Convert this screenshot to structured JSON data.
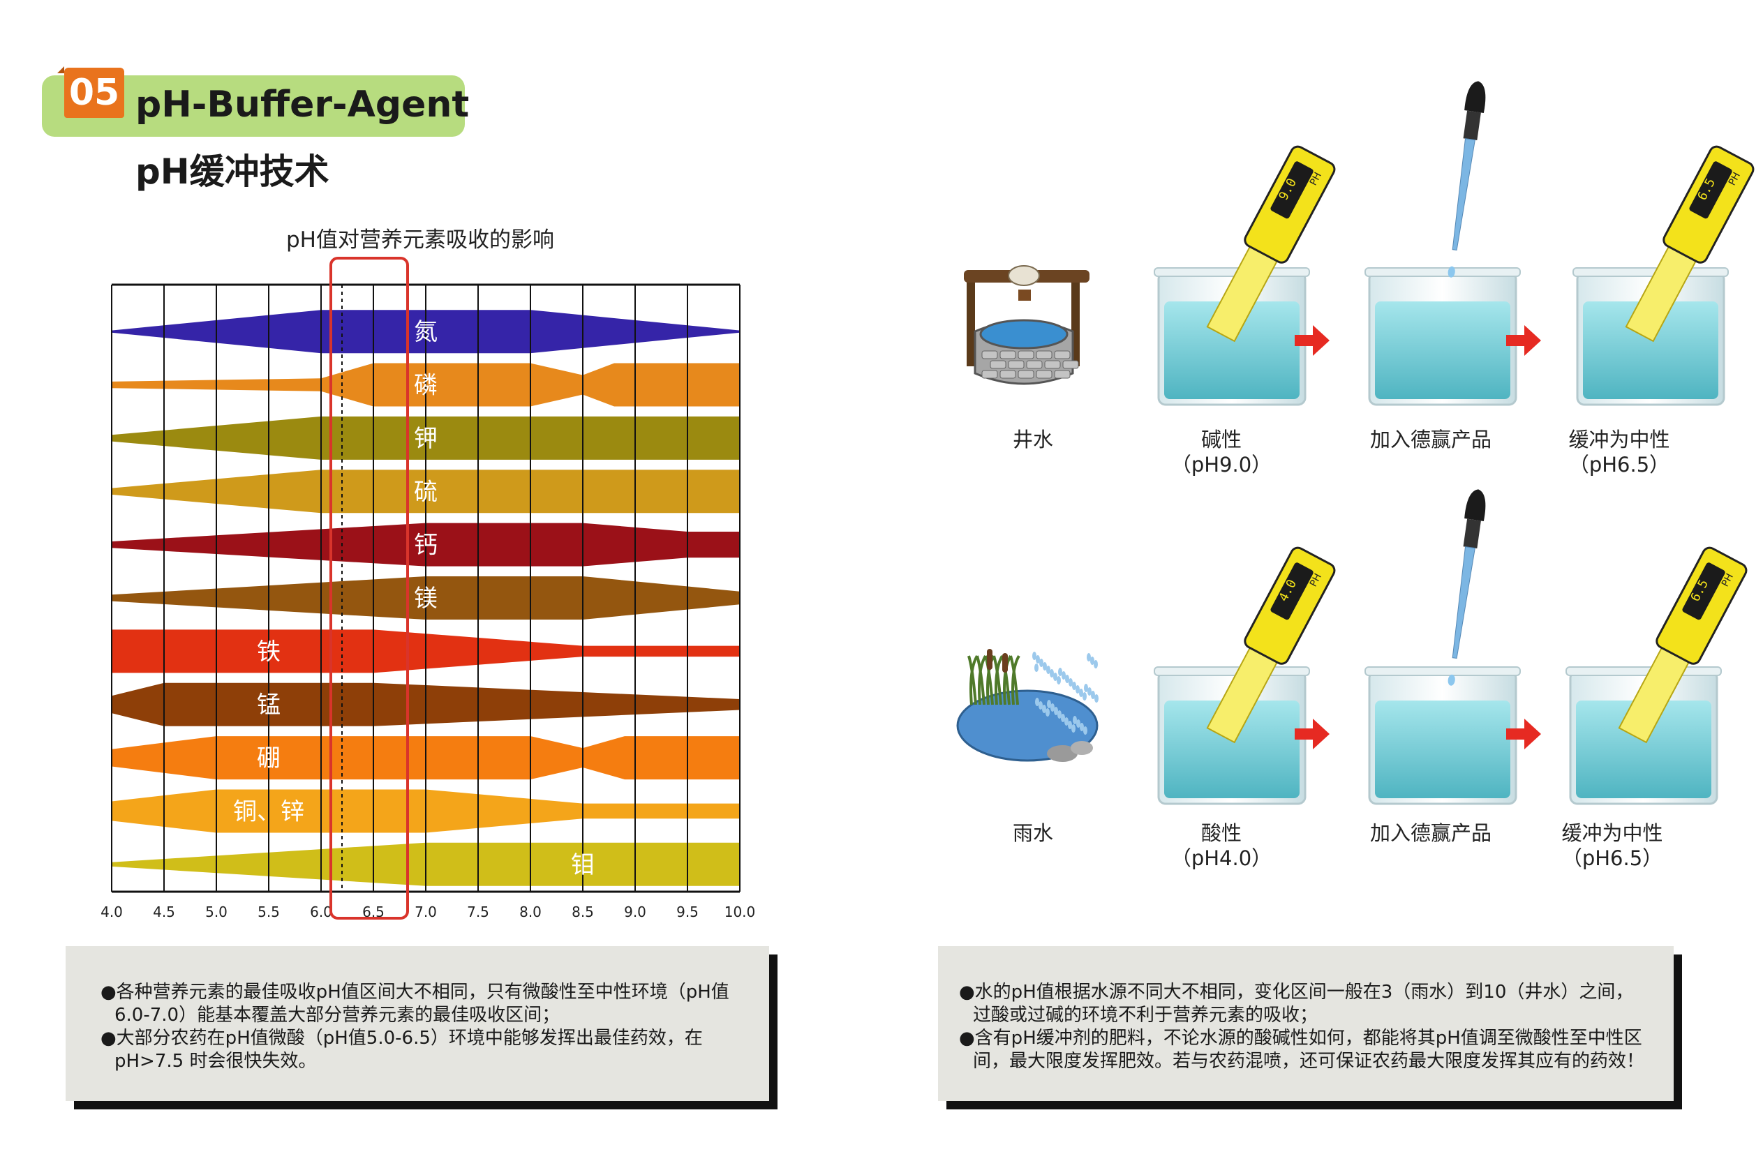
{
  "header": {
    "badge": "05",
    "title_en": "pH-Buffer-Agent",
    "title_cn": "pH缓冲技术"
  },
  "chart_title": "pH值对营养元素吸收的影响",
  "colors": {
    "badge": "#e9731d",
    "header_bg": "#b7dc7f",
    "highlight_box": "#d9342b",
    "arrow": "#e62a22",
    "water": "#7fd3dc",
    "meter": "#f3e21b"
  },
  "chart_data": {
    "type": "area",
    "title": "pH值对营养元素吸收的影响",
    "xlim": [
      4.0,
      10.0
    ],
    "x_ticks": [
      "4.0",
      "4.5",
      "5.0",
      "5.5",
      "6.0",
      "6.5",
      "7.0",
      "7.5",
      "8.0",
      "8.5",
      "9.0",
      "9.5",
      "10.0"
    ],
    "highlight_range": [
      6.0,
      7.0
    ],
    "reference_line": 6.2,
    "grid": true,
    "bands": [
      {
        "name": "氮",
        "color": "#3524a8",
        "label_x": 7.0,
        "profile": [
          [
            4.0,
            0.05
          ],
          [
            6.0,
            1.0
          ],
          [
            8.0,
            1.0
          ],
          [
            10.0,
            0.05
          ]
        ]
      },
      {
        "name": "磷",
        "color": "#e7891c",
        "label_x": 7.0,
        "profile": [
          [
            4.0,
            0.15
          ],
          [
            6.0,
            0.3
          ],
          [
            6.5,
            1.0
          ],
          [
            8.0,
            1.0
          ],
          [
            8.5,
            0.45
          ],
          [
            8.8,
            1.0
          ],
          [
            10.0,
            1.0
          ]
        ]
      },
      {
        "name": "钾",
        "color": "#9b8a10",
        "label_x": 7.0,
        "profile": [
          [
            4.0,
            0.15
          ],
          [
            6.0,
            1.0
          ],
          [
            10.0,
            1.0
          ]
        ]
      },
      {
        "name": "硫",
        "color": "#cf9a1b",
        "label_x": 7.0,
        "profile": [
          [
            4.0,
            0.15
          ],
          [
            6.0,
            1.0
          ],
          [
            10.0,
            1.0
          ]
        ]
      },
      {
        "name": "钙",
        "color": "#9b1118",
        "label_x": 7.0,
        "profile": [
          [
            4.0,
            0.15
          ],
          [
            7.0,
            1.0
          ],
          [
            8.5,
            1.0
          ],
          [
            9.5,
            0.6
          ],
          [
            10.0,
            0.6
          ]
        ]
      },
      {
        "name": "镁",
        "color": "#94560f",
        "label_x": 7.0,
        "profile": [
          [
            4.0,
            0.15
          ],
          [
            7.0,
            1.0
          ],
          [
            8.5,
            1.0
          ],
          [
            10.0,
            0.3
          ]
        ]
      },
      {
        "name": "铁",
        "color": "#e23112",
        "label_x": 5.5,
        "profile": [
          [
            4.0,
            1.0
          ],
          [
            6.5,
            1.0
          ],
          [
            8.5,
            0.25
          ],
          [
            10.0,
            0.25
          ]
        ]
      },
      {
        "name": "锰",
        "color": "#8e3f08",
        "label_x": 5.5,
        "profile": [
          [
            4.0,
            0.4
          ],
          [
            4.5,
            1.0
          ],
          [
            6.5,
            1.0
          ],
          [
            10.0,
            0.25
          ]
        ]
      },
      {
        "name": "硼",
        "color": "#f57d10",
        "label_x": 5.5,
        "profile": [
          [
            4.0,
            0.4
          ],
          [
            5.0,
            1.0
          ],
          [
            8.0,
            1.0
          ],
          [
            8.5,
            0.45
          ],
          [
            8.9,
            1.0
          ],
          [
            10.0,
            1.0
          ]
        ]
      },
      {
        "name": "铜、锌",
        "color": "#f4a51a",
        "label_x": 5.5,
        "profile": [
          [
            4.0,
            0.45
          ],
          [
            5.0,
            1.0
          ],
          [
            7.0,
            1.0
          ],
          [
            8.5,
            0.35
          ],
          [
            10.0,
            0.35
          ]
        ]
      },
      {
        "name": "钼",
        "color": "#d0be19",
        "label_x": 8.5,
        "profile": [
          [
            4.0,
            0.1
          ],
          [
            7.0,
            1.0
          ],
          [
            10.0,
            1.0
          ]
        ]
      }
    ]
  },
  "steps_top": {
    "source": "井水",
    "alkaline": "碱性",
    "alkaline_ph": "（pH9.0）",
    "meter1": "9.0",
    "add": "加入德赢产品",
    "result": "缓冲为中性",
    "result_ph": "（pH6.5）",
    "meter2": "6.5",
    "meter_unit": "PH"
  },
  "steps_bottom": {
    "source": "雨水",
    "acidic": "酸性",
    "acidic_ph": "（pH4.0）",
    "meter1": "4.0",
    "add": "加入德赢产品",
    "result": "缓冲为中性",
    "result_ph": "（pH6.5）",
    "meter2": "6.5",
    "meter_unit": "PH"
  },
  "notes_left": [
    "●各种营养元素的最佳吸收pH值区间大不相同，只有微酸性至中性环境（pH值6.0-7.0）能基本覆盖大部分营养元素的最佳吸收区间；",
    "●大部分农药在pH值微酸（pH值5.0-6.5）环境中能够发挥出最佳药效，在pH>7.5 时会很快失效。"
  ],
  "notes_right": [
    "●水的pH值根据水源不同大不相同，变化区间一般在3（雨水）到10（井水）之间，过酸或过碱的环境不利于营养元素的吸收；",
    "●含有pH缓冲剂的肥料，不论水源的酸碱性如何，都能将其pH值调至微酸性至中性区间，最大限度发挥肥效。若与农药混喷，还可保证农药最大限度发挥其应有的药效！"
  ]
}
